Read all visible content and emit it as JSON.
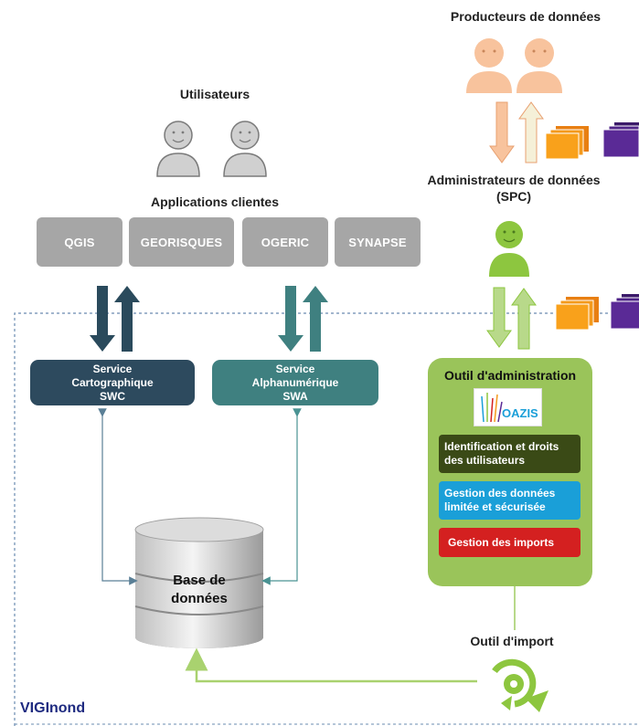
{
  "producers": {
    "title": "Producteurs de données"
  },
  "users": {
    "title": "Utilisateurs"
  },
  "clients": {
    "title": "Applications clientes",
    "apps": [
      "QGIS",
      "GEORISQUES",
      "OGERIC",
      "SYNAPSE"
    ]
  },
  "admins": {
    "title_line1": "Administrateurs de données",
    "title_line2": "(SPC)"
  },
  "services": {
    "swc": {
      "line1": "Service",
      "line2": "Cartographique",
      "line3": "SWC",
      "color": "#2d4a5e"
    },
    "swa": {
      "line1": "Service",
      "line2": "Alphanumérique",
      "line3": "SWA",
      "color": "#3f8080"
    }
  },
  "database": {
    "line1": "Base de",
    "line2": "données"
  },
  "admin_tool": {
    "title": "Outil d'administration",
    "logo_text": "OAZIS",
    "items": [
      {
        "line1": "Identification et droits",
        "line2": "des utilisateurs",
        "color": "#3a4a16"
      },
      {
        "line1": "Gestion des données",
        "line2": "limitée et sécurisée",
        "color": "#1a9fd8"
      },
      {
        "line1": "Gestion des imports",
        "line2": "",
        "color": "#d42020"
      }
    ],
    "color": "#9ac45a"
  },
  "import_tool": {
    "title": "Outil d'import"
  },
  "system": {
    "name": "VIGInond"
  },
  "colors": {
    "orange": "#f8c39d",
    "grey_person": "#d0d0d0",
    "green": "#8dc63f",
    "accent_navy": "#1e2a80"
  }
}
